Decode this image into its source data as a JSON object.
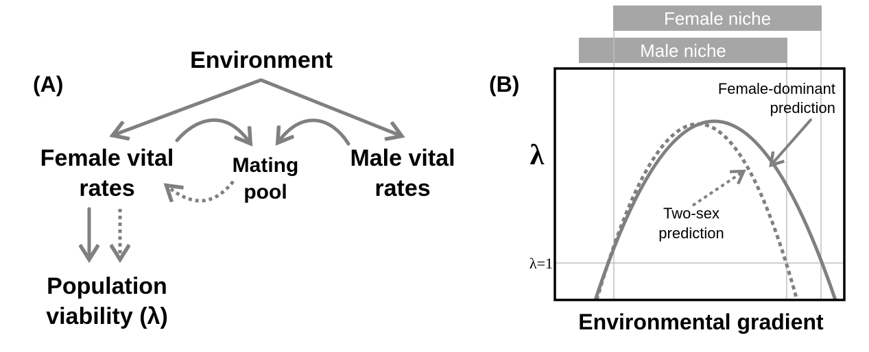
{
  "panel_a": {
    "label": "(A)",
    "environment": "Environment",
    "female_line1": "Female vital",
    "female_line2": "rates",
    "mating_line1": "Mating",
    "mating_line2": "pool",
    "male_line1": "Male vital",
    "male_line2": "rates",
    "viability_line1": "Population",
    "viability_line2": "viability (λ)"
  },
  "panel_b": {
    "label": "(B)",
    "female_niche": "Female niche",
    "male_niche": "Male niche",
    "y_axis": "λ",
    "lambda_one": "λ=1",
    "female_pred_line1": "Female-dominant",
    "female_pred_line2": "prediction",
    "two_sex_line1": "Two-sex",
    "two_sex_line2": "prediction",
    "x_axis": "Environmental gradient"
  },
  "colors": {
    "arrow": "#808080",
    "niche_bar": "#a6a6a6",
    "guide_line": "#bfbfbf"
  }
}
